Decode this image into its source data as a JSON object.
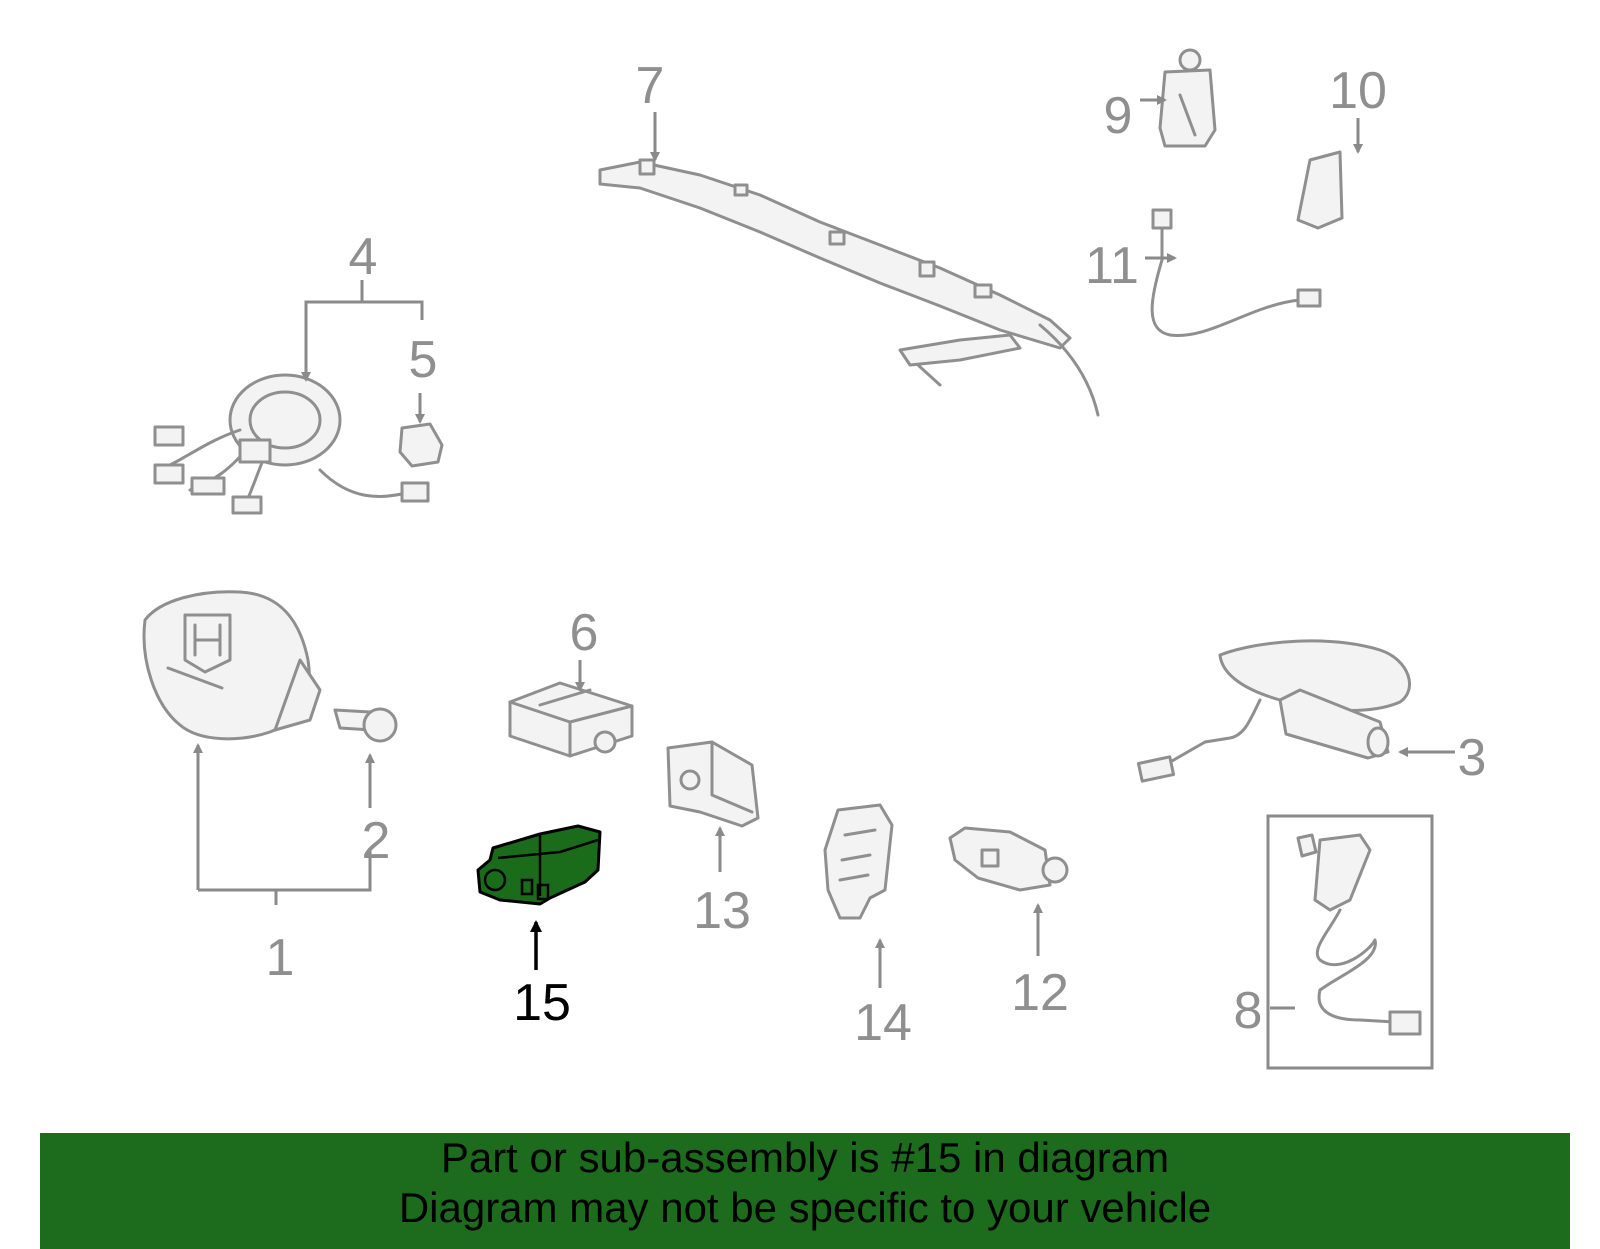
{
  "colors": {
    "highlight_part": "#1a6b1a",
    "banner": "#1d6b1d",
    "part_outline": "#8f8f8f",
    "text_gray": "#8f8f8f",
    "highlight_text": "#000000"
  },
  "callouts": {
    "c1": "1",
    "c2": "2",
    "c3": "3",
    "c4": "4",
    "c5": "5",
    "c6": "6",
    "c7": "7",
    "c8": "8",
    "c9": "9",
    "c10": "10",
    "c11": "11",
    "c12": "12",
    "c13": "13",
    "c14": "14",
    "c15": "15"
  },
  "highlighted_part": "15",
  "banner": {
    "line1": "Part or sub-assembly is #15 in diagram",
    "line2": "Diagram may not be specific to your vehicle"
  }
}
